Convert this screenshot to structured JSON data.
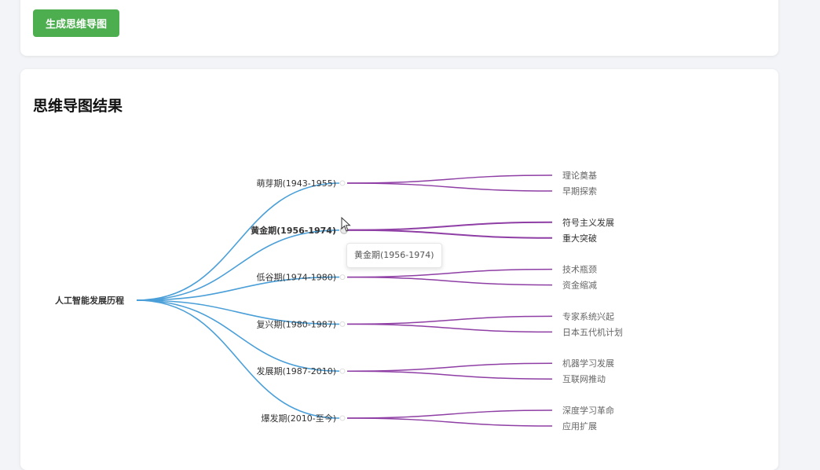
{
  "toolbar": {
    "generate_button": "生成思维导图"
  },
  "result": {
    "title": "思维导图结果"
  },
  "mindmap": {
    "root": "人工智能发展历程",
    "branches": [
      {
        "label": "萌芽期(1943-1955)",
        "children": [
          "理论奠基",
          "早期探索"
        ]
      },
      {
        "label": "黄金期(1956-1974)",
        "children": [
          "符号主义发展",
          "重大突破"
        ]
      },
      {
        "label": "低谷期(1974-1980)",
        "children": [
          "技术瓶颈",
          "资金缩减"
        ]
      },
      {
        "label": "复兴期(1980-1987)",
        "children": [
          "专家系统兴起",
          "日本五代机计划"
        ]
      },
      {
        "label": "发展期(1987-2010)",
        "children": [
          "机器学习发展",
          "互联网推动"
        ]
      },
      {
        "label": "爆发期(2010-至今)",
        "children": [
          "深度学习革命",
          "应用扩展"
        ]
      }
    ],
    "highlighted_branch": 1
  },
  "tooltip": {
    "text": "黄金期(1956-1974)"
  },
  "colors": {
    "button": "#4cae4f",
    "root_link": "#4a9fd8",
    "branch_link": "#8e3ea4",
    "label": "#333333",
    "leaf_label": "#666666"
  }
}
